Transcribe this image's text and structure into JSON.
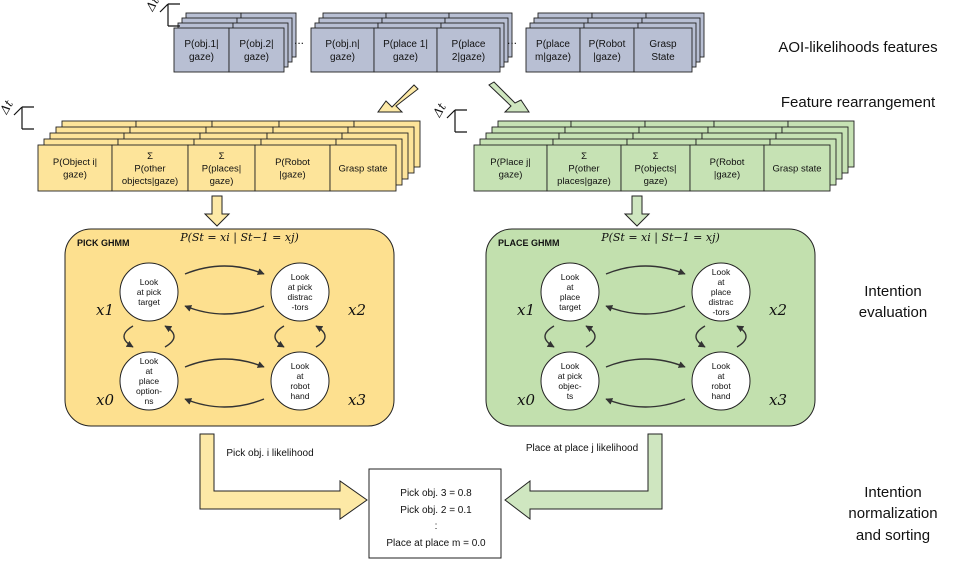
{
  "stage_labels": {
    "aoi": "AOI-likelihoods features",
    "rearrange": "Feature rearrangement",
    "intention_line1": "Intention",
    "intention_line2": "evaluation",
    "norm_line1": "Intention",
    "norm_line2": "normalization",
    "norm_line3": "and sorting"
  },
  "delta_t": "Δt",
  "ellipsis": "...",
  "aoi_features": [
    [
      "P(obj.1|",
      "gaze)"
    ],
    [
      "P(obj.2|",
      "gaze)"
    ],
    [
      "P(obj.n|",
      "gaze)"
    ],
    [
      "P(place 1|",
      "gaze)"
    ],
    [
      "P(place",
      "2|gaze)"
    ],
    [
      "P(place",
      "m|gaze)"
    ],
    [
      "P(Robot",
      "|gaze)"
    ],
    [
      "Grasp",
      "State"
    ]
  ],
  "pick_features": [
    [
      "P(Object i|",
      "gaze)"
    ],
    [
      "Σ",
      "P(other",
      "objects|gaze)"
    ],
    [
      "Σ",
      "P(places|",
      "gaze)"
    ],
    [
      "P(Robot",
      "|gaze)"
    ],
    [
      "Grasp state"
    ]
  ],
  "place_features": [
    [
      "P(Place j|",
      "gaze)"
    ],
    [
      "Σ",
      "P(other",
      "places|gaze)"
    ],
    [
      "Σ",
      "P(objects|",
      "gaze)"
    ],
    [
      "P(Robot",
      "|gaze)"
    ],
    [
      "Grasp state"
    ]
  ],
  "pick_ghmm": {
    "title": "PICK GHMM",
    "transition": "P(St = xi | St−1 = xj)",
    "states": [
      {
        "id": "x1",
        "label": "x1",
        "text": [
          "Look",
          "at pick",
          "target"
        ]
      },
      {
        "id": "x2",
        "label": "x2",
        "text": [
          "Look",
          "at pick",
          "distrac",
          "-tors"
        ]
      },
      {
        "id": "x0",
        "label": "x0",
        "text": [
          "Look",
          "at",
          "place",
          "option-",
          "ns"
        ]
      },
      {
        "id": "x3",
        "label": "x3",
        "text": [
          "Look",
          "at",
          "robot",
          "hand"
        ]
      }
    ],
    "output": "Pick obj. i likelihood"
  },
  "place_ghmm": {
    "title": "PLACE GHMM",
    "transition": "P(St = xi | St−1 = xj)",
    "states": [
      {
        "id": "x1",
        "label": "x1",
        "text": [
          "Look",
          "at",
          "place",
          "target"
        ]
      },
      {
        "id": "x2",
        "label": "x2",
        "text": [
          "Look",
          "at",
          "place",
          "distrac",
          "-tors"
        ]
      },
      {
        "id": "x0",
        "label": "x0",
        "text": [
          "Look",
          "at pick",
          "objec-",
          "ts"
        ]
      },
      {
        "id": "x3",
        "label": "x3",
        "text": [
          "Look",
          "at",
          "robot",
          "hand"
        ]
      }
    ],
    "output": "Place at place j likelihood"
  },
  "result": [
    "Pick obj. 3 = 0.8",
    "Pick obj. 2 = 0.1",
    ":",
    "Place at place m = 0.0"
  ],
  "colors": {
    "grey_box": "#b8bfd3",
    "yellow_box": "#fde49a",
    "yellow_panel": "#fde08f",
    "green_box": "#c6e2b4",
    "green_panel": "#c2e0ae",
    "yellow_arrow": "#fde9a6",
    "green_arrow": "#cfe6c0",
    "stroke": "#222222"
  }
}
